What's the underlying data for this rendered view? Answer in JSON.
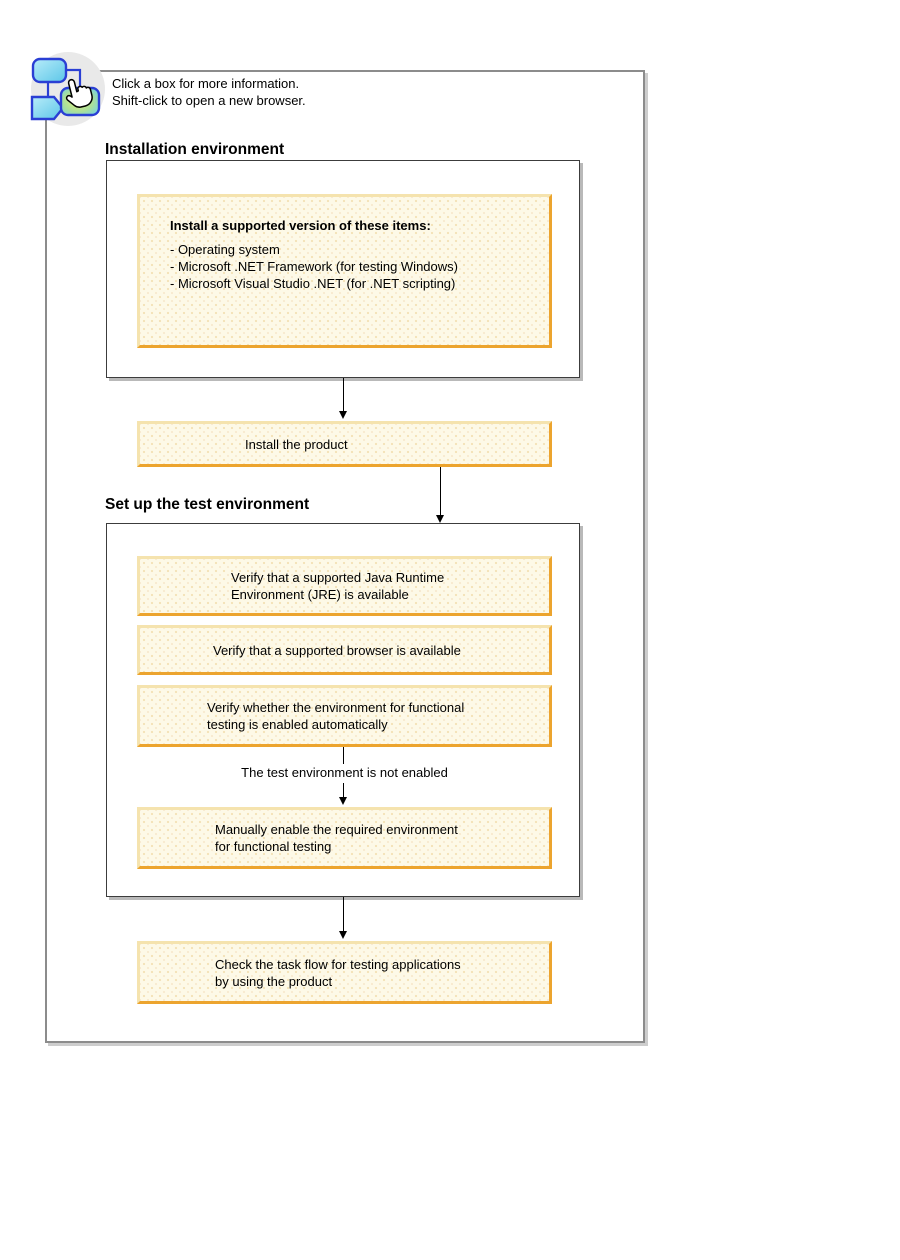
{
  "note": {
    "line1": "Click a box for more information.",
    "line2": "Shift-click to open a new browser."
  },
  "sections": [
    {
      "heading": "Installation environment"
    },
    {
      "heading": "Set up the test environment"
    }
  ],
  "boxes": {
    "install_items": {
      "title": "Install a supported version of these items:",
      "items": [
        "- Operating system",
        "- Microsoft .NET Framework (for testing Windows)",
        "- Microsoft Visual Studio .NET (for .NET scripting)"
      ]
    },
    "install_product": {
      "label": "Install the product"
    },
    "verify_jre": {
      "label": "Verify that a supported Java Runtime\nEnvironment (JRE) is available"
    },
    "verify_browser": {
      "label": "Verify that a supported browser is available"
    },
    "verify_functional": {
      "label": "Verify whether the environment for functional\ntesting is enabled automatically"
    },
    "manually_enable": {
      "label": "Manually enable the required environment\nfor functional testing"
    },
    "check_task_flow": {
      "label": "Check the task flow for testing applications\nby using the product"
    }
  },
  "connectors": {
    "not_enabled_label": "The test environment is not enabled"
  },
  "icons": {
    "flowchart_cursor": "flowchart-cursor-icon"
  },
  "colors": {
    "box_bg": "#fdf9e7",
    "box_border_light": "#f5e3ae",
    "box_border_dark": "#eca42e",
    "container_border": "#3c3c3c",
    "frame_border": "#8c8c8c",
    "shadow_gray": "#cdcdcd",
    "icon_blue": "#2a3fd4",
    "icon_cyan": "#7fd8f0",
    "icon_glow": "#e2f07e"
  }
}
